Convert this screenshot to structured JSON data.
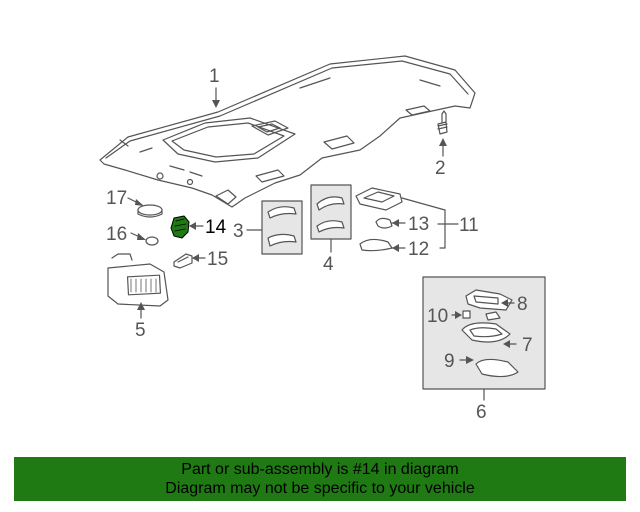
{
  "diagram": {
    "callouts": {
      "c1": "1",
      "c2": "2",
      "c3": "3",
      "c4": "4",
      "c5": "5",
      "c6": "6",
      "c7": "7",
      "c8": "8",
      "c9": "9",
      "c10": "10",
      "c11": "11",
      "c12": "12",
      "c13": "13",
      "c14": "14",
      "c15": "15",
      "c16": "16",
      "c17": "17"
    },
    "highlighted_part": "14",
    "colors": {
      "line": "#555555",
      "highlight": "#1f7a14",
      "box_fill": "#e6e6e6",
      "banner": "#1f7a14"
    }
  },
  "banner": {
    "line1": "Part or sub-assembly is #14 in diagram",
    "line2": "Diagram may not be specific to your vehicle"
  }
}
